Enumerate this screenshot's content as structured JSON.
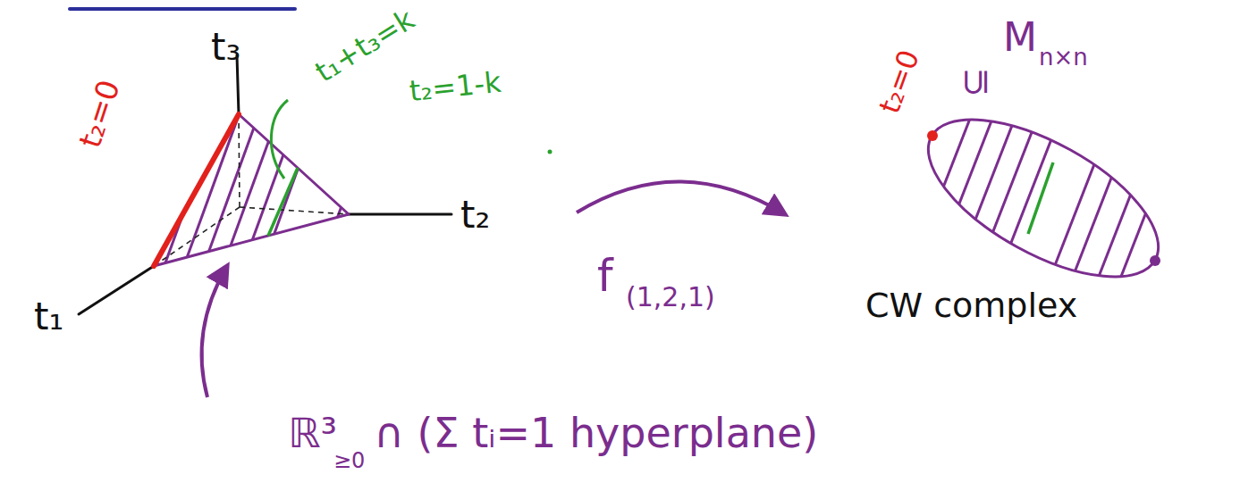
{
  "diagram": {
    "labels": [
      "t₃",
      "t₂=0",
      "t₁+t₃=k",
      "t₂=1-k",
      "t₂",
      "t₁",
      "f",
      "(1,2,1)",
      "t₂=0",
      "⊆",
      "M",
      "n×n",
      "CW complex",
      "ℝ³",
      "≥0",
      "∩ (Σ tᵢ=1 hyperplane)"
    ]
  }
}
